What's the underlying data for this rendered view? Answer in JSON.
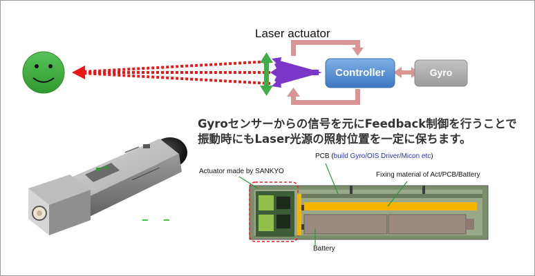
{
  "diagram": {
    "title": "Laser actuator",
    "controller_label": "Controller",
    "gyro_label": "Gyro",
    "description_line1": "Gyroセンサーからの信号を元にFeedback制御を行うことで",
    "description_line2": "振動時にもLaser光源の照射位置を一定に保ちます。",
    "pcb_label_prefix": "PCB (",
    "pcb_label_detail": "build Gyro/OIS Driver/Micon etc",
    "pcb_label_suffix": ")",
    "actuator_label": "Actuator made by SANKYO",
    "fixing_label": "Fixing material of Act/PCB/Battery",
    "battery_label": "Battery"
  },
  "colors": {
    "smiley": "#3db23d",
    "laser": "#e81818",
    "arrow_green": "#3fae49",
    "arrow_purple": "#7a36c8",
    "feedback": "#d99594",
    "controller": "#4f8ed3",
    "gyro": "#a9a9a9",
    "fixing": "#f4b400"
  },
  "icons": [
    "smiley-face-icon",
    "double-arrow-icon",
    "laser-emitter-icon"
  ]
}
